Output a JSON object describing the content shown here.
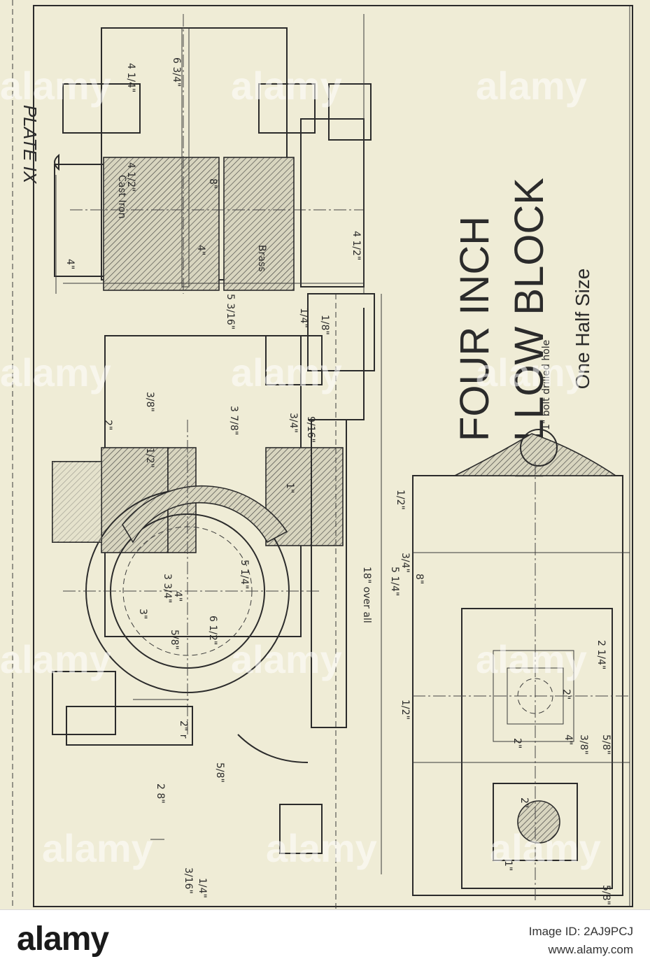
{
  "plate_label": "PLATE IX",
  "title": {
    "line1": "FOUR INCH",
    "line2": "PILLOW BLOCK",
    "scale": "One Half Size"
  },
  "materials": {
    "cast_iron": "Cast Iron",
    "brass": "Brass"
  },
  "notes": {
    "overall": "18\" over all",
    "bolt_hole": "1\" bolt drilled hole"
  },
  "dimensions": {
    "d_6_3_4": "6 3/4\"",
    "d_4_1_2_top": "4 1/2\"",
    "d_8": "8\"",
    "d_4_1_4": "4 1/4\"",
    "d_4_1_2_foot": "4 1/2\"",
    "d_4_left": "4\"",
    "d_4_center": "4\"",
    "d_5_3_16": "5 3/16\"",
    "d_2": "2\"",
    "d_3_8": "3/8\"",
    "d_1_2": "1/2\"",
    "d_3_7_8": "3 7/8\"",
    "d_3_4": "3/4\"",
    "d_9_16": "9/16\"",
    "d_1_4": "1/4\"",
    "d_1_8": "1/8\"",
    "d_1": "1\"",
    "d_5_1_4": "5 1/4\"",
    "d_3_3_4": "3 3/4\"",
    "d_4_r": "4\"",
    "d_3": "3\"",
    "d_6_1_2": "6 1/2\"",
    "d_5_8_a": "5/8\"",
    "d_2r": "2\" r",
    "d_2_8": "2 8\"",
    "d_5_8_b": "5/8\"",
    "d_3_16": "3/16\"",
    "d_1_4b": "1/4\"",
    "d_1_2_plan": "1/2\"",
    "d_3_4_plan": "3/4\"",
    "d_5_1_4_plan": "5 1/4\"",
    "d_8_plan": "8\"",
    "d_2_1_4": "2 1/4\"",
    "d_2_plan": "2\"",
    "d_1_2b_plan": "1/2\"",
    "d_2b": "2\"",
    "d_3_8_plan": "3/8\"",
    "d_5_8_plan": "5/8\"",
    "d_4_plan": "4\"",
    "d_2_plan_b": "2\"",
    "d_1_plan": "1\"",
    "d_5_8_end": "5/8\""
  },
  "watermarks": [
    "alamy",
    "alamy",
    "alamy",
    "alamy",
    "alamy",
    "alamy",
    "alamy",
    "alamy",
    "alamy",
    "alamy",
    "alamy",
    "alamy"
  ],
  "footer": {
    "logo": "alamy",
    "image_id": "Image ID: 2AJ9PCJ",
    "site": "www.alamy.com"
  }
}
